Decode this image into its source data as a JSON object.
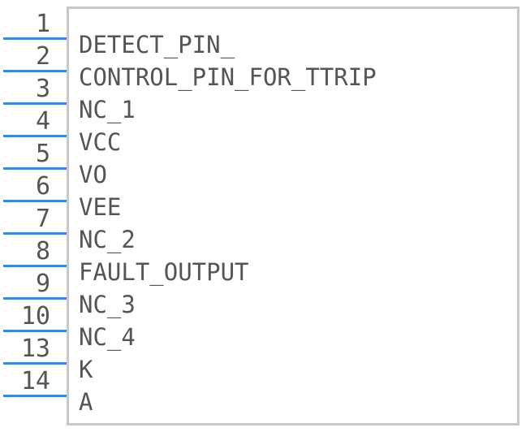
{
  "component": {
    "pins": [
      {
        "number": "1",
        "name": "DETECT_PIN_"
      },
      {
        "number": "2",
        "name": "CONTROL_PIN_FOR_TTRIP"
      },
      {
        "number": "3",
        "name": "NC_1"
      },
      {
        "number": "4",
        "name": "VCC"
      },
      {
        "number": "5",
        "name": "VO"
      },
      {
        "number": "6",
        "name": "VEE"
      },
      {
        "number": "7",
        "name": "NC_2"
      },
      {
        "number": "8",
        "name": "FAULT_OUTPUT"
      },
      {
        "number": "9",
        "name": "NC_3"
      },
      {
        "number": "10",
        "name": "NC_4"
      },
      {
        "number": "13",
        "name": "K"
      },
      {
        "number": "14",
        "name": "A"
      }
    ],
    "colors": {
      "pin_line": "#3f86d6",
      "outline": "#c8c8c8",
      "text": "#555555"
    }
  }
}
